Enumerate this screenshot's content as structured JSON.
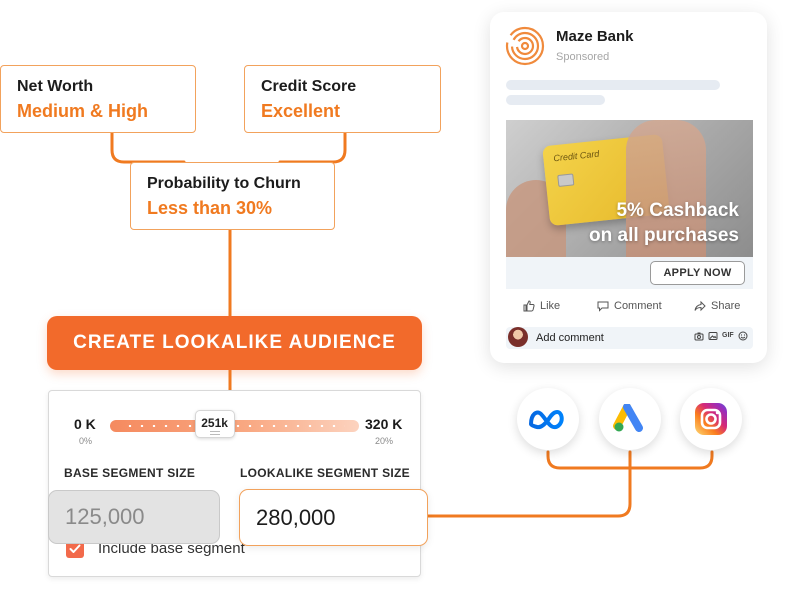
{
  "attributes": {
    "net_worth": {
      "title": "Net Worth",
      "value": "Medium & High"
    },
    "credit_score": {
      "title": "Credit Score",
      "value": "Excellent"
    },
    "churn": {
      "title": "Probability to Churn",
      "value": "Less than 30%"
    }
  },
  "cta": {
    "label": "CREATE LOOKALIKE AUDIENCE"
  },
  "range": {
    "min_label": "0 K",
    "min_pct": "0%",
    "max_label": "320 K",
    "max_pct": "20%",
    "thumb_label": "251k",
    "thumb_fraction": 0.42
  },
  "segments": {
    "base_label": "BASE SEGMENT SIZE",
    "base_value": "125,000",
    "lookalike_label": "LOOKALIKE SEGMENT SIZE",
    "lookalike_value": "280,000",
    "include_label": "Include base segment",
    "include_checked": true
  },
  "ad": {
    "brand": "Maze Bank",
    "sponsored": "Sponsored",
    "card_text": "Credit Card",
    "promo_line1": "5% Cashback",
    "promo_line2": "on all purchases",
    "apply": "APPLY NOW",
    "like": "Like",
    "comment": "Comment",
    "share": "Share",
    "add_comment": "Add comment",
    "gif": "GIF"
  },
  "colors": {
    "accent": "#f07a20",
    "cta": "#f26a2b",
    "connector": "#f07a20",
    "box_border": "#f2a25c"
  },
  "platforms": [
    "meta-icon",
    "google-ads-icon",
    "instagram-icon"
  ]
}
